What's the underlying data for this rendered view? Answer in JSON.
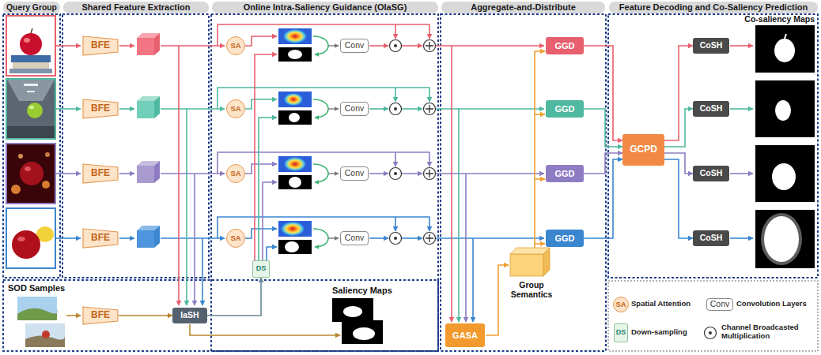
{
  "diagram": {
    "nodes": [
      {
        "text": [
          "Query Group"
        ]
      },
      {
        "text": [
          "Shared Feature Extraction"
        ]
      },
      {
        "text": [
          "Online Intra-Saliency Guidance (OIaSG)"
        ]
      },
      {
        "text": [
          "Aggregate-and-Distribute"
        ]
      },
      {
        "text": [
          "Feature Decoding and Co-Saliency Prediction"
        ]
      },
      {
        "text": [
          "BFE"
        ]
      },
      {
        "text": [
          "BFE"
        ]
      },
      {
        "text": [
          "BFE"
        ]
      },
      {
        "text": [
          "BFE"
        ]
      },
      {
        "text": [
          "SA"
        ]
      },
      {
        "text": [
          "SA"
        ]
      },
      {
        "text": [
          "SA"
        ]
      },
      {
        "text": [
          "SA"
        ]
      },
      {
        "text": [
          "Conv"
        ]
      },
      {
        "text": [
          "Conv"
        ]
      },
      {
        "text": [
          "Conv"
        ]
      },
      {
        "text": [
          "Conv"
        ]
      },
      {
        "text": [
          "GGD"
        ]
      },
      {
        "text": [
          "GGD"
        ]
      },
      {
        "text": [
          "GGD"
        ]
      },
      {
        "text": [
          "GGD"
        ]
      },
      {
        "text": [
          "GCPD"
        ]
      },
      {
        "text": [
          "CoSH"
        ]
      },
      {
        "text": [
          "CoSH"
        ]
      },
      {
        "text": [
          "CoSH"
        ]
      },
      {
        "text": [
          "CoSH"
        ]
      },
      {
        "text": [
          "BFE"
        ]
      },
      {
        "text": [
          "IaSH"
        ]
      },
      {
        "text": [
          "DS"
        ]
      },
      {
        "text": [
          "GASA"
        ]
      },
      {
        "text": [
          "SA"
        ]
      },
      {
        "text": [
          "Conv"
        ]
      },
      {
        "text": [
          "DS"
        ]
      }
    ],
    "edges": [
      {
        "from": 26,
        "to": 27,
        "arrow": "to"
      },
      {
        "from": 27,
        "to": 28,
        "arrow": "to"
      },
      {
        "from": 17,
        "to": 21,
        "arrow": "to"
      },
      {
        "from": 18,
        "to": 21,
        "arrow": "to"
      },
      {
        "from": 19,
        "to": 21,
        "arrow": "to"
      },
      {
        "from": 20,
        "to": 21,
        "arrow": "to"
      },
      {
        "from": 21,
        "to": 22,
        "arrow": "to"
      },
      {
        "from": 21,
        "to": 23,
        "arrow": "to"
      },
      {
        "from": 21,
        "to": 24,
        "arrow": "to"
      },
      {
        "from": 21,
        "to": 25,
        "arrow": "to"
      }
    ],
    "labels": [
      "Co-saliency Maps",
      "SOD Samples",
      "Saliency Maps",
      "Group Semantics"
    ],
    "legend": [
      {
        "text": "Spatial Attention"
      },
      {
        "text": "Convolution Layers"
      },
      {
        "text": "Down-sampling"
      },
      {
        "text": "Channel Broadcasted Multiplication"
      }
    ]
  }
}
